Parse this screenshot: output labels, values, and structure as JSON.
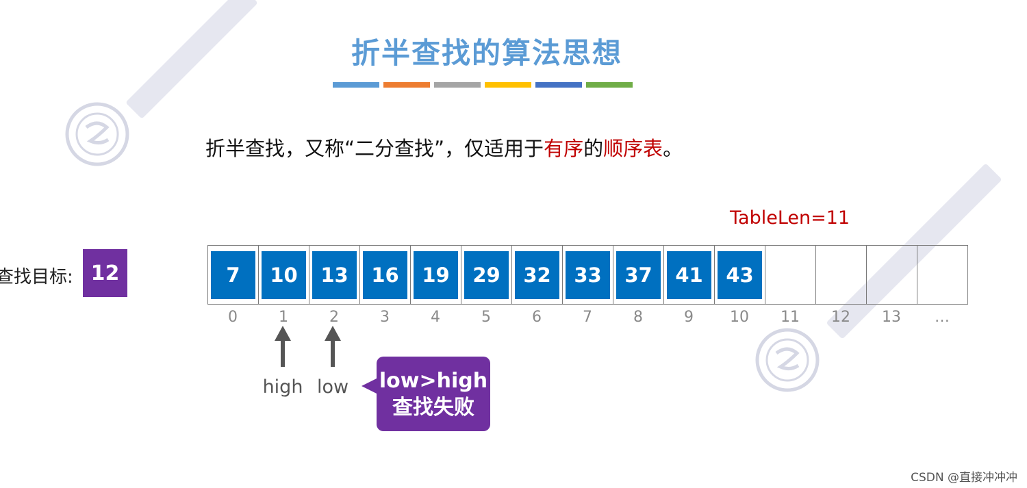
{
  "title": "折半查找的算法思想",
  "color_bar": [
    "#5b9bd5",
    "#ed7d31",
    "#a5a5a5",
    "#ffc000",
    "#4472c4",
    "#70ad47"
  ],
  "intro": {
    "part1": "折半查找，又称“二分查找”，仅适用于",
    "hl1": "有序",
    "part2": "的",
    "hl2": "顺序表",
    "part3": "。"
  },
  "table_len": "TableLen=11",
  "target": {
    "label": "查找目标:",
    "value": "12"
  },
  "array": {
    "values": [
      "7",
      "10",
      "13",
      "16",
      "19",
      "29",
      "32",
      "33",
      "37",
      "41",
      "43",
      "",
      "",
      "",
      ""
    ],
    "indices": [
      "0",
      "1",
      "2",
      "3",
      "4",
      "5",
      "6",
      "7",
      "8",
      "9",
      "10",
      "11",
      "12",
      "13",
      "…"
    ]
  },
  "pointers": [
    {
      "label": "high",
      "index": 1
    },
    {
      "label": "low",
      "index": 2
    }
  ],
  "callout": {
    "line1": "low>high",
    "line2": "查找失败"
  },
  "footer": "CSDN @直接冲冲冲",
  "colors": {
    "title": "#5b9bd5",
    "cell_fill": "#0070c0",
    "accent_purple": "#7030a0",
    "highlight_red": "#c00000",
    "arrow": "#555555"
  }
}
